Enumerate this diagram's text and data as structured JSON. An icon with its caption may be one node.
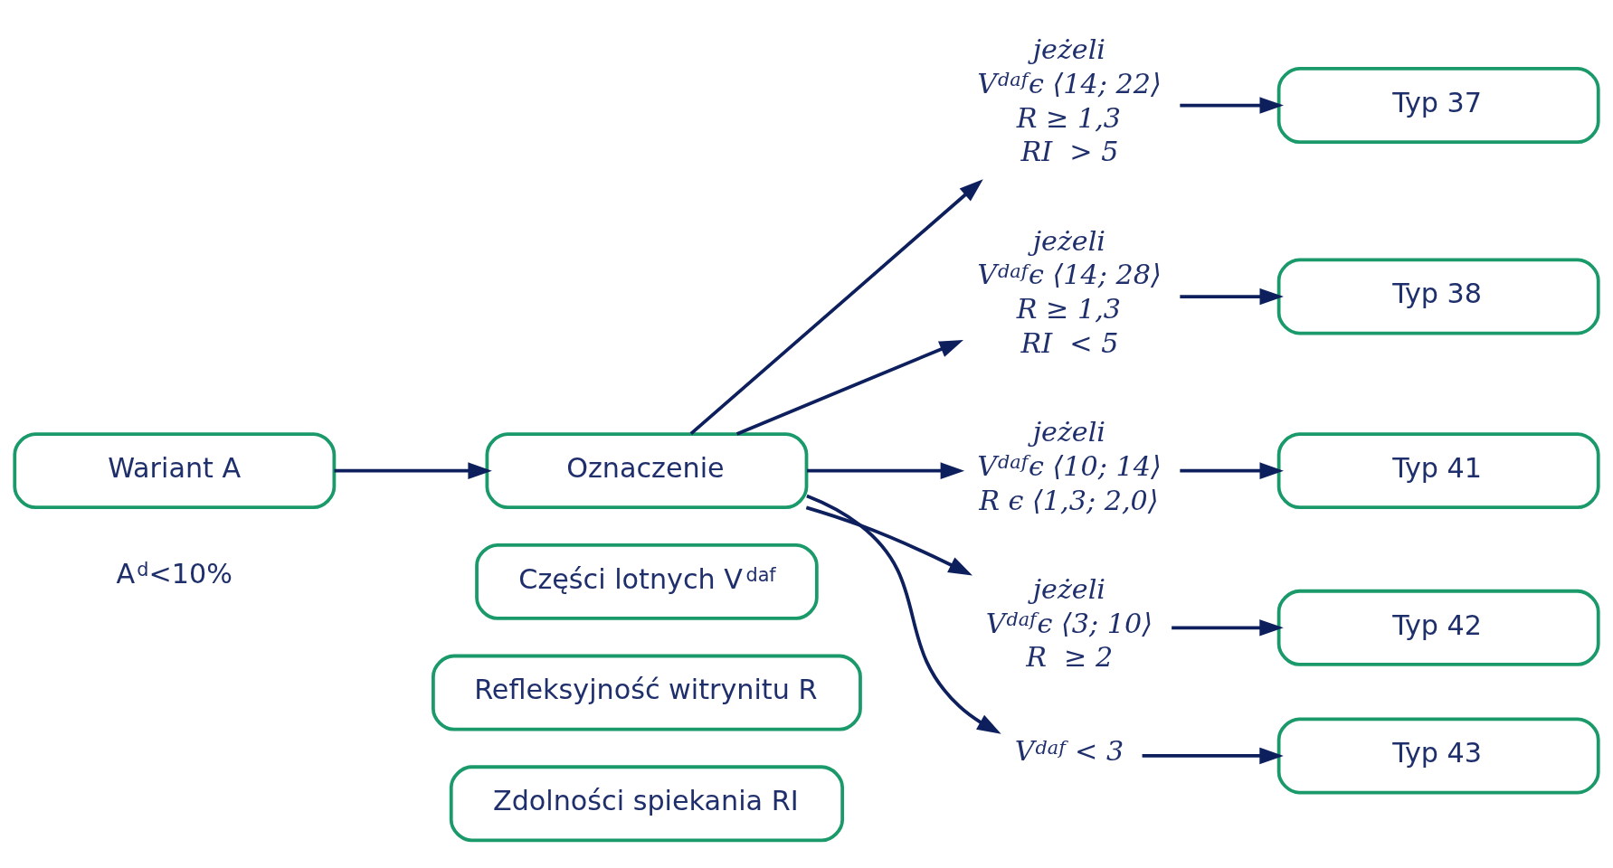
{
  "diagram": {
    "nodes": [
      {
        "text": [
          "Oznaczenie"
        ]
      },
      {
        "text": [
          "Części lotnych V$^{daf}$"
        ]
      },
      {
        "text": [
          "Refleksyjność witrynitu R"
        ]
      },
      {
        "text": [
          "Zdolności spiekania RI"
        ]
      },
      {
        "text": [
          "Wariant A"
        ],
        "beside": [
          "A$^{d}$<10%"
        ]
      },
      {
        "text": [
          "jeżeli",
          "V$^{daf}$ϵ ⟨14; 22⟩",
          "R ≥ 1,3",
          "RI  > 5"
        ]
      },
      {
        "text": [
          "jeżeli",
          "V$^{daf}$ϵ ⟨14; 28⟩",
          "R ≥ 1,3",
          "RI  < 5"
        ]
      },
      {
        "text": [
          "Typ 37"
        ]
      },
      {
        "text": [
          "Typ 38"
        ]
      },
      {
        "text": [
          "jeżeli",
          "V$^{daf}$ϵ ⟨10; 14⟩",
          "R ϵ ⟨1,3; 2,0⟩"
        ]
      },
      {
        "text": [
          "Typ 41"
        ]
      },
      {
        "text": [
          "jeżeli",
          "V$^{daf}$ϵ ⟨3; 10⟩",
          "R  ≥ 2"
        ]
      },
      {
        "text": [
          "Typ 42"
        ]
      },
      {
        "text": [
          "V$^{daf}$ < 3"
        ]
      },
      {
        "text": [
          "Typ 43"
        ]
      }
    ],
    "edges": [
      {
        "from": 4,
        "to": 0,
        "arrow": "to"
      },
      {
        "from": 0,
        "to": 5,
        "arrow": "to"
      },
      {
        "from": 0,
        "to": 6,
        "arrow": "to"
      },
      {
        "from": 5,
        "to": 7,
        "arrow": "to"
      },
      {
        "from": 6,
        "to": 8,
        "arrow": "to"
      },
      {
        "from": 0,
        "to": 9,
        "arrow": "to"
      },
      {
        "from": 9,
        "to": 10,
        "arrow": "to"
      },
      {
        "from": 0,
        "to": 11,
        "arrow": "to"
      },
      {
        "from": 11,
        "to": 12,
        "arrow": "to"
      },
      {
        "from": 0,
        "to": 13,
        "arrow": "to"
      },
      {
        "from": 13,
        "to": 14,
        "arrow": "to"
      }
    ]
  }
}
